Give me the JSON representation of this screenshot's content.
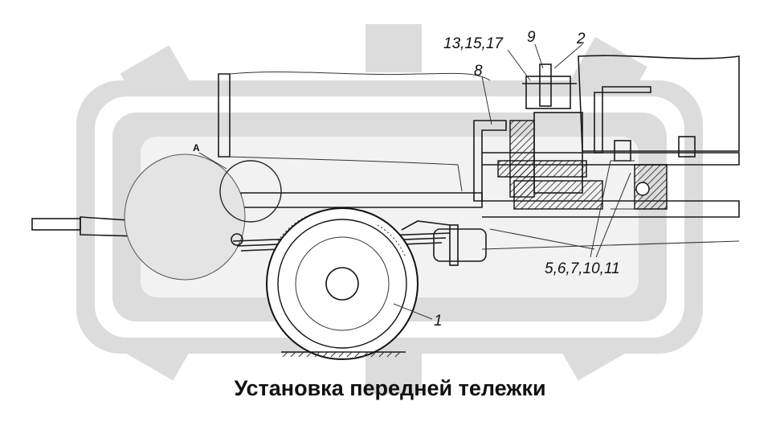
{
  "caption": "Установка передней тележки",
  "callouts": {
    "c1": "1",
    "c2": "2",
    "c8": "8",
    "c9": "9",
    "c13": "13,15,17",
    "c5": "5,6,7,10,11",
    "detail_A": "A"
  },
  "colors": {
    "watermark": "#d9d9d9",
    "line": "#1a1a1a",
    "background": "#ffffff"
  }
}
